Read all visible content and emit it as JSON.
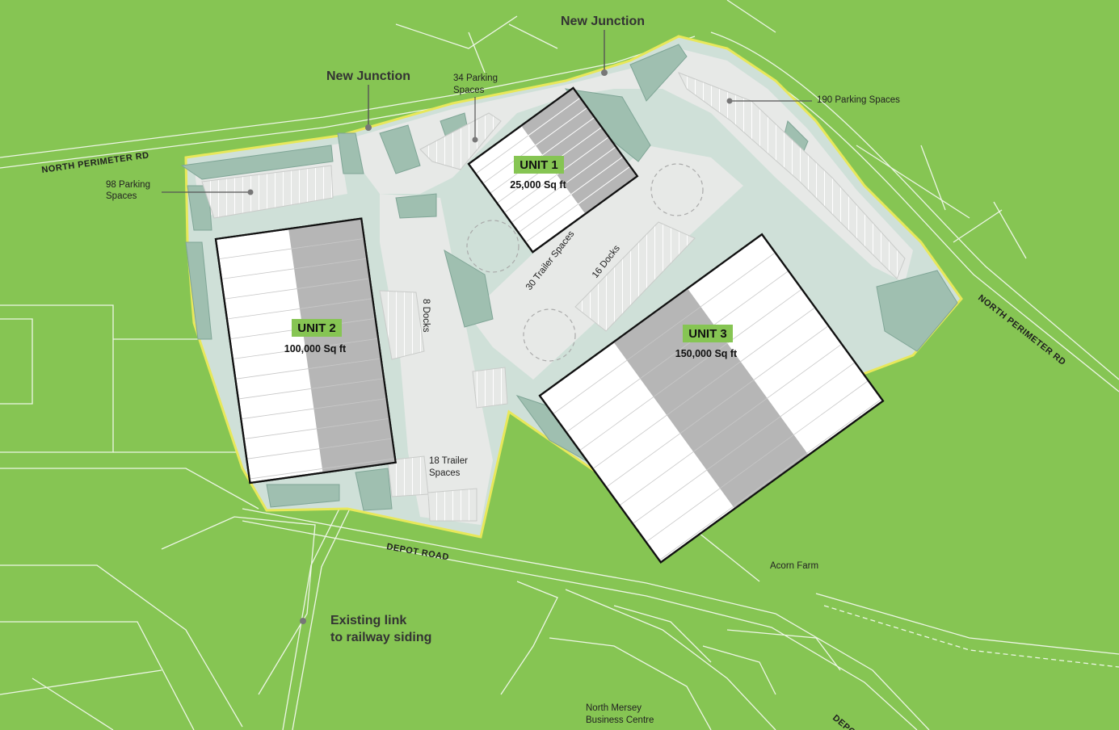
{
  "colors": {
    "grass": "#86c553",
    "site_boundary": "#e8e85a",
    "hardstanding": "#e6e8e6",
    "landscape": "#cfe0d8",
    "planting": "#9fbfb0",
    "building_fill": "#ffffff",
    "building_shade": "#b6b6b6",
    "unit_label_bg": "#86c553",
    "lines": "#ffffff"
  },
  "callouts": {
    "junction_west": "New Junction",
    "junction_north": "New Junction",
    "rail_link_line1": "Existing link",
    "rail_link_line2": "to railway siding"
  },
  "roads": {
    "north_perimeter_west": "NORTH PERIMETER RD",
    "north_perimeter_east": "NORTH PERIMETER RD",
    "depot_road": "DEPOT ROAD",
    "depot_cut": "DEPO"
  },
  "parking": {
    "p98_line1": "98 Parking",
    "p98_line2": "Spaces",
    "p34_line1": "34 Parking",
    "p34_line2": "Spaces",
    "p190": "190 Parking Spaces"
  },
  "yard": {
    "docks_8": "8 Docks",
    "docks_16": "16 Docks",
    "trailer_30": "30 Trailer Spaces",
    "trailer_18_line1": "18 Trailer",
    "trailer_18_line2": "Spaces"
  },
  "units": [
    {
      "name": "UNIT 1",
      "area": "25,000 Sq ft"
    },
    {
      "name": "UNIT 2",
      "area": "100,000 Sq ft"
    },
    {
      "name": "UNIT 3",
      "area": "150,000 Sq ft"
    }
  ],
  "places": {
    "acorn_farm": "Acorn Farm",
    "business_centre_line1": "North Mersey",
    "business_centre_line2": "Business Centre"
  }
}
